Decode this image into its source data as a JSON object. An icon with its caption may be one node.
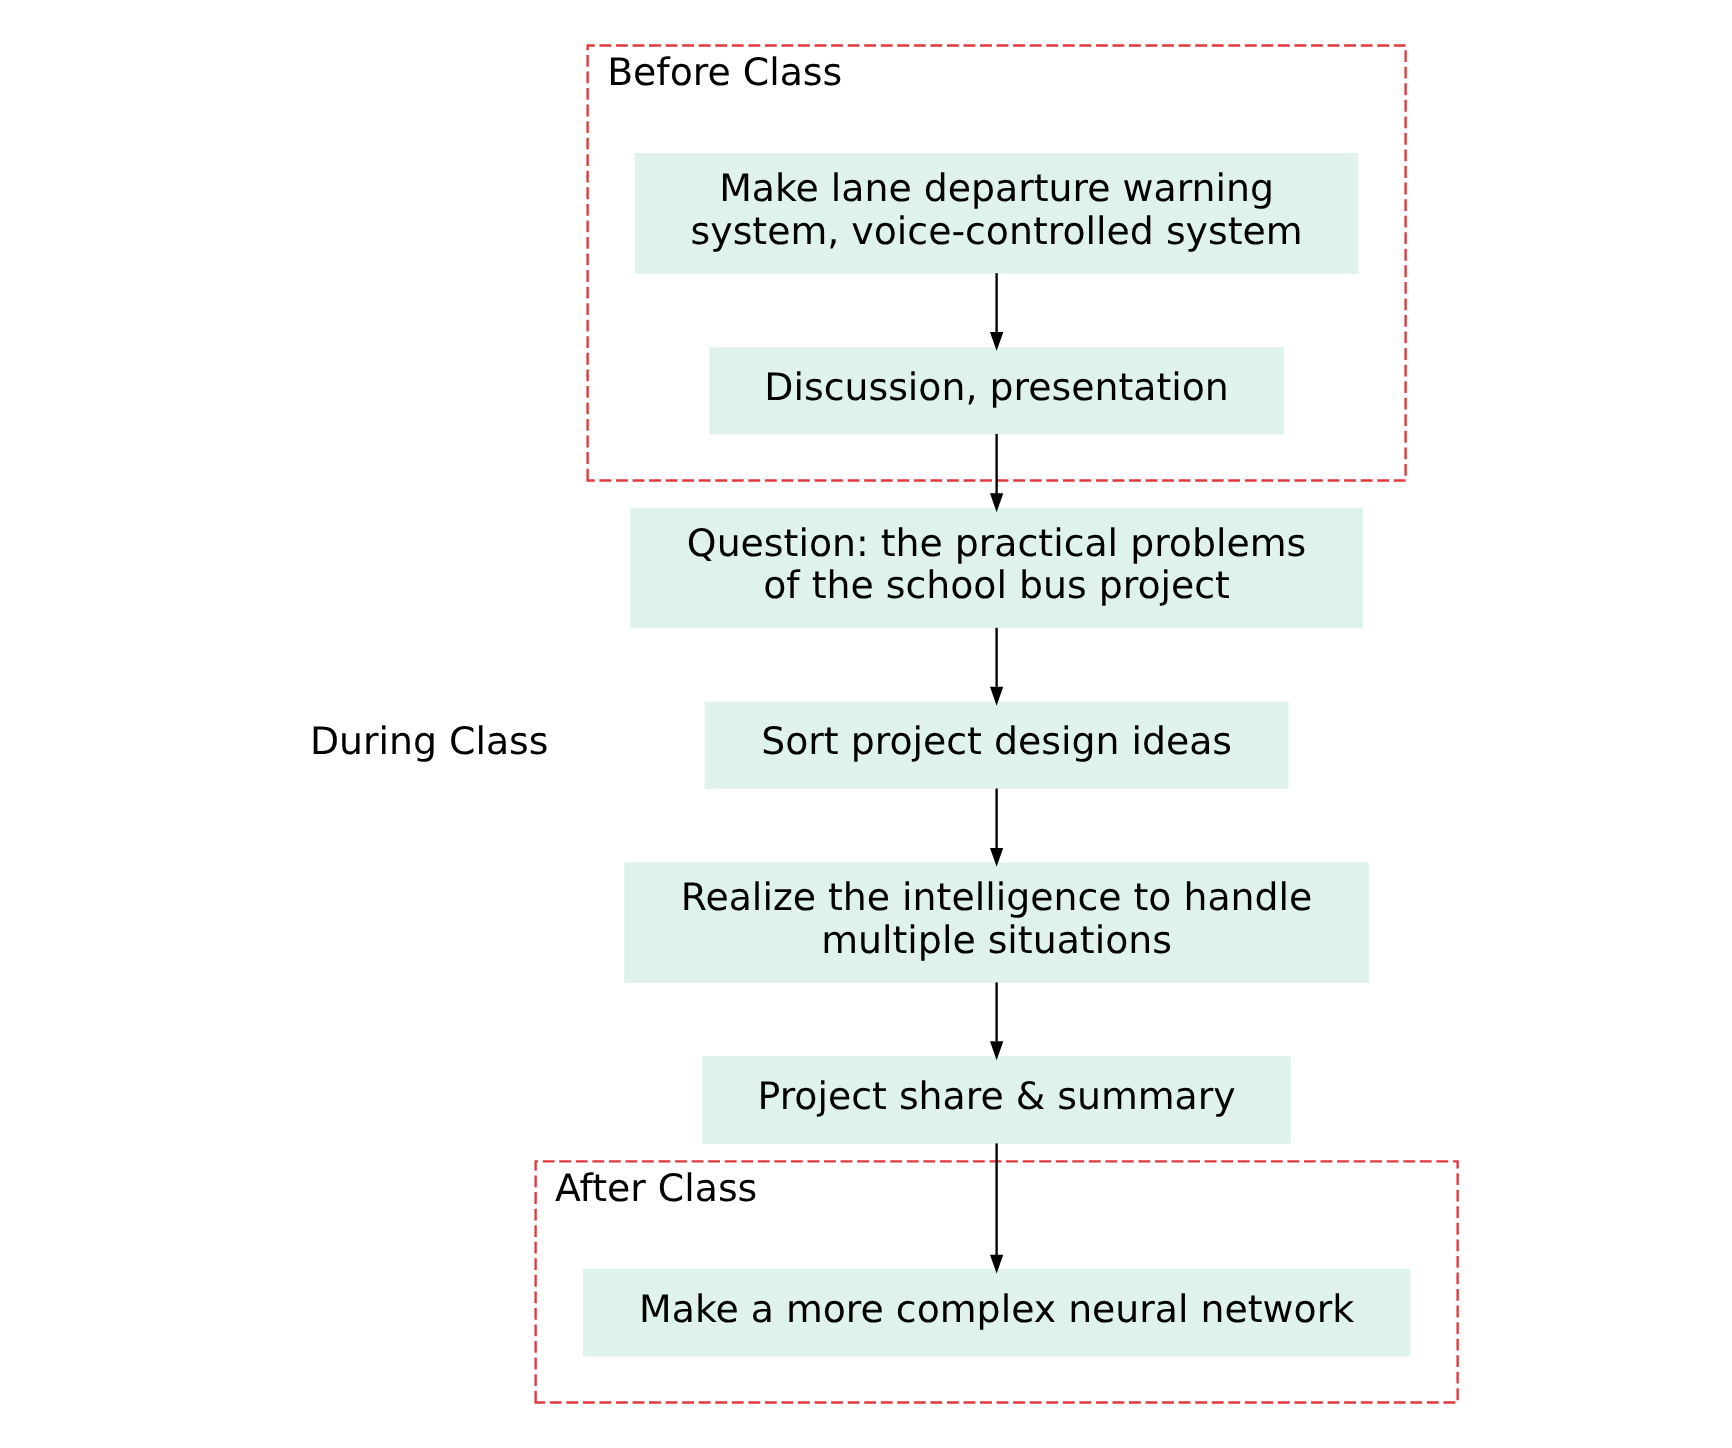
{
  "diagram": {
    "nodes": [
      {
        "text": [
          "Before Class"
        ]
      },
      {
        "text": [
          "Make lane departure warning system, voice-controlled system"
        ],
        "in": 0
      },
      {
        "text": [
          "Discussion, presentation"
        ],
        "in": 0
      },
      {
        "text": [
          "Question: the practical problems of the school bus project"
        ]
      },
      {
        "text": [
          "Sort project design ideas"
        ]
      },
      {
        "text": [
          "Realize the intelligence to handle multiple situations"
        ]
      },
      {
        "text": [
          "Project share & summary"
        ]
      },
      {
        "text": [
          "After Class"
        ]
      },
      {
        "text": [
          "Make a more complex neural network"
        ],
        "in": 7
      }
    ],
    "edges": [
      {
        "from": 1,
        "to": 2,
        "arrow": "to"
      },
      {
        "from": 2,
        "to": 3,
        "arrow": "to"
      },
      {
        "from": 3,
        "to": 4,
        "arrow": "to"
      },
      {
        "from": 4,
        "to": 5,
        "arrow": "to"
      },
      {
        "from": 5,
        "to": 6,
        "arrow": "to"
      },
      {
        "from": 6,
        "to": 8,
        "arrow": "to"
      }
    ],
    "labels": [
      "During Class"
    ]
  }
}
